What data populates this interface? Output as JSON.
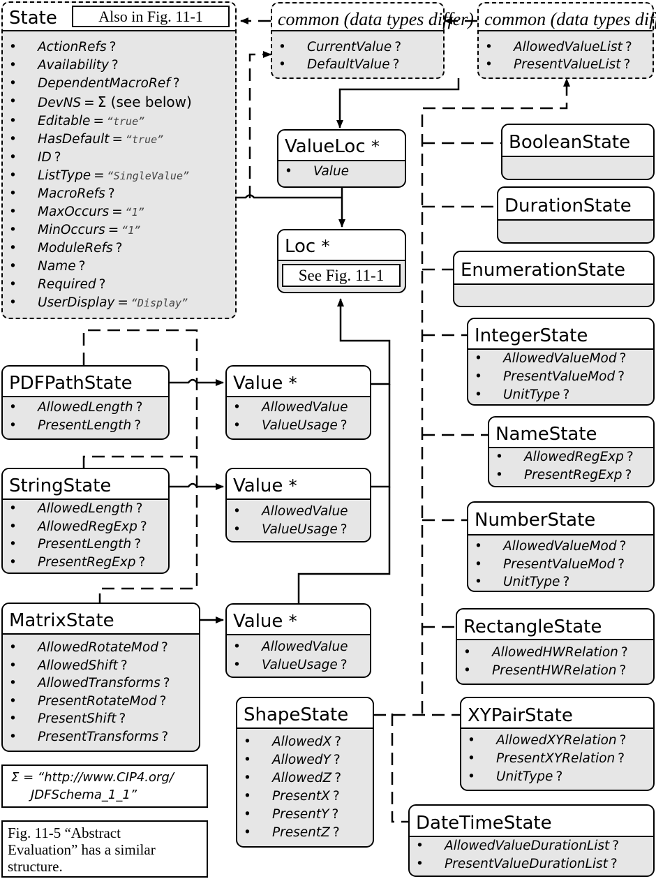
{
  "state": {
    "title": "State",
    "also": "Also in Fig. 11-1",
    "attrs": [
      {
        "name": "ActionRefs",
        "suffix": "?"
      },
      {
        "name": "Availability",
        "suffix": "?"
      },
      {
        "name": "DependentMacroRef",
        "suffix": "?"
      },
      {
        "name": "DevNS",
        "eq": "=",
        "value": "Σ (see below)"
      },
      {
        "name": "Editable",
        "eq": "=",
        "value": "“true”"
      },
      {
        "name": "HasDefault",
        "eq": "=",
        "value": "“true”"
      },
      {
        "name": "ID",
        "suffix": "?"
      },
      {
        "name": "ListType",
        "eq": "=",
        "value": "“SingleValue”"
      },
      {
        "name": "MacroRefs",
        "suffix": "?"
      },
      {
        "name": "MaxOccurs",
        "eq": "=",
        "value": "“1”"
      },
      {
        "name": "MinOccurs",
        "eq": "=",
        "value": "“1”"
      },
      {
        "name": "ModuleRefs",
        "suffix": "?"
      },
      {
        "name": "Name",
        "suffix": "?"
      },
      {
        "name": "Required",
        "suffix": "?"
      },
      {
        "name": "UserDisplay",
        "eq": "=",
        "value": "“Display”"
      }
    ]
  },
  "common1": {
    "title": "common (data types differ)",
    "attrs": [
      {
        "name": "CurrentValue",
        "suffix": "?"
      },
      {
        "name": "DefaultValue",
        "suffix": "?"
      }
    ]
  },
  "common2": {
    "title": "common (data types differ)",
    "attrs": [
      {
        "name": "AllowedValueList",
        "suffix": "?"
      },
      {
        "name": "PresentValueList",
        "suffix": "?"
      }
    ]
  },
  "valueloc": {
    "title": "ValueLoc",
    "star": "*",
    "attrs": [
      {
        "name": "Value",
        "suffix": ""
      }
    ]
  },
  "loc": {
    "title": "Loc",
    "star": "*",
    "ref": "See Fig. 11-1"
  },
  "pdfpath": {
    "title": "PDFPathState",
    "attrs": [
      {
        "name": "AllowedLength",
        "suffix": "?"
      },
      {
        "name": "PresentLength",
        "suffix": "?"
      }
    ]
  },
  "value1": {
    "title": "Value",
    "star": "*",
    "attrs": [
      {
        "name": "AllowedValue",
        "suffix": ""
      },
      {
        "name": "ValueUsage",
        "suffix": "?"
      }
    ]
  },
  "string": {
    "title": "StringState",
    "attrs": [
      {
        "name": "AllowedLength",
        "suffix": "?"
      },
      {
        "name": "AllowedRegExp",
        "suffix": "?"
      },
      {
        "name": "PresentLength",
        "suffix": "?"
      },
      {
        "name": "PresentRegExp",
        "suffix": "?"
      }
    ]
  },
  "value2": {
    "title": "Value",
    "star": "*",
    "attrs": [
      {
        "name": "AllowedValue",
        "suffix": ""
      },
      {
        "name": "ValueUsage",
        "suffix": "?"
      }
    ]
  },
  "matrix": {
    "title": "MatrixState",
    "attrs": [
      {
        "name": "AllowedRotateMod",
        "suffix": "?"
      },
      {
        "name": "AllowedShift",
        "suffix": "?"
      },
      {
        "name": "AllowedTransforms",
        "suffix": "?"
      },
      {
        "name": "PresentRotateMod",
        "suffix": "?"
      },
      {
        "name": "PresentShift",
        "suffix": "?"
      },
      {
        "name": "PresentTransforms",
        "suffix": "?"
      }
    ]
  },
  "value3": {
    "title": "Value",
    "star": "*",
    "attrs": [
      {
        "name": "AllowedValue",
        "suffix": ""
      },
      {
        "name": "ValueUsage",
        "suffix": "?"
      }
    ]
  },
  "shape": {
    "title": "ShapeState",
    "attrs": [
      {
        "name": "AllowedX",
        "suffix": "?"
      },
      {
        "name": "AllowedY",
        "suffix": "?"
      },
      {
        "name": "AllowedZ",
        "suffix": "?"
      },
      {
        "name": "PresentX",
        "suffix": "?"
      },
      {
        "name": "PresentY",
        "suffix": "?"
      },
      {
        "name": "PresentZ",
        "suffix": "?"
      }
    ]
  },
  "boolean": {
    "title": "BooleanState"
  },
  "duration": {
    "title": "DurationState"
  },
  "enumeration": {
    "title": "EnumerationState"
  },
  "integer": {
    "title": "IntegerState",
    "attrs": [
      {
        "name": "AllowedValueMod",
        "suffix": "?"
      },
      {
        "name": "PresentValueMod",
        "suffix": "?"
      },
      {
        "name": "UnitType",
        "suffix": "?"
      }
    ]
  },
  "namestate": {
    "title": "NameState",
    "attrs": [
      {
        "name": "AllowedRegExp",
        "suffix": "?"
      },
      {
        "name": "PresentRegExp",
        "suffix": "?"
      }
    ]
  },
  "number": {
    "title": "NumberState",
    "attrs": [
      {
        "name": "AllowedValueMod",
        "suffix": "?"
      },
      {
        "name": "PresentValueMod",
        "suffix": "?"
      },
      {
        "name": "UnitType",
        "suffix": "?"
      }
    ]
  },
  "rectangle": {
    "title": "RectangleState",
    "attrs": [
      {
        "name": "AllowedHWRelation",
        "suffix": "?"
      },
      {
        "name": "PresentHWRelation",
        "suffix": "?"
      }
    ]
  },
  "xypair": {
    "title": "XYPairState",
    "attrs": [
      {
        "name": "AllowedXYRelation",
        "suffix": "?"
      },
      {
        "name": "PresentXYRelation",
        "suffix": "?"
      },
      {
        "name": "UnitType",
        "suffix": "?"
      }
    ]
  },
  "datetime": {
    "title": "DateTimeState",
    "attrs": [
      {
        "name": "AllowedValueDurationList",
        "suffix": "?"
      },
      {
        "name": "PresentValueDurationList",
        "suffix": "?"
      }
    ]
  },
  "sigma_note": {
    "line1": "Σ = “http://www.CIP4.org/",
    "line2": "JDFSchema_1_1”"
  },
  "fig_note": {
    "line1": "Fig. 11-5 “Abstract",
    "line2": "Evaluation” has a similar",
    "line3": "structure."
  }
}
